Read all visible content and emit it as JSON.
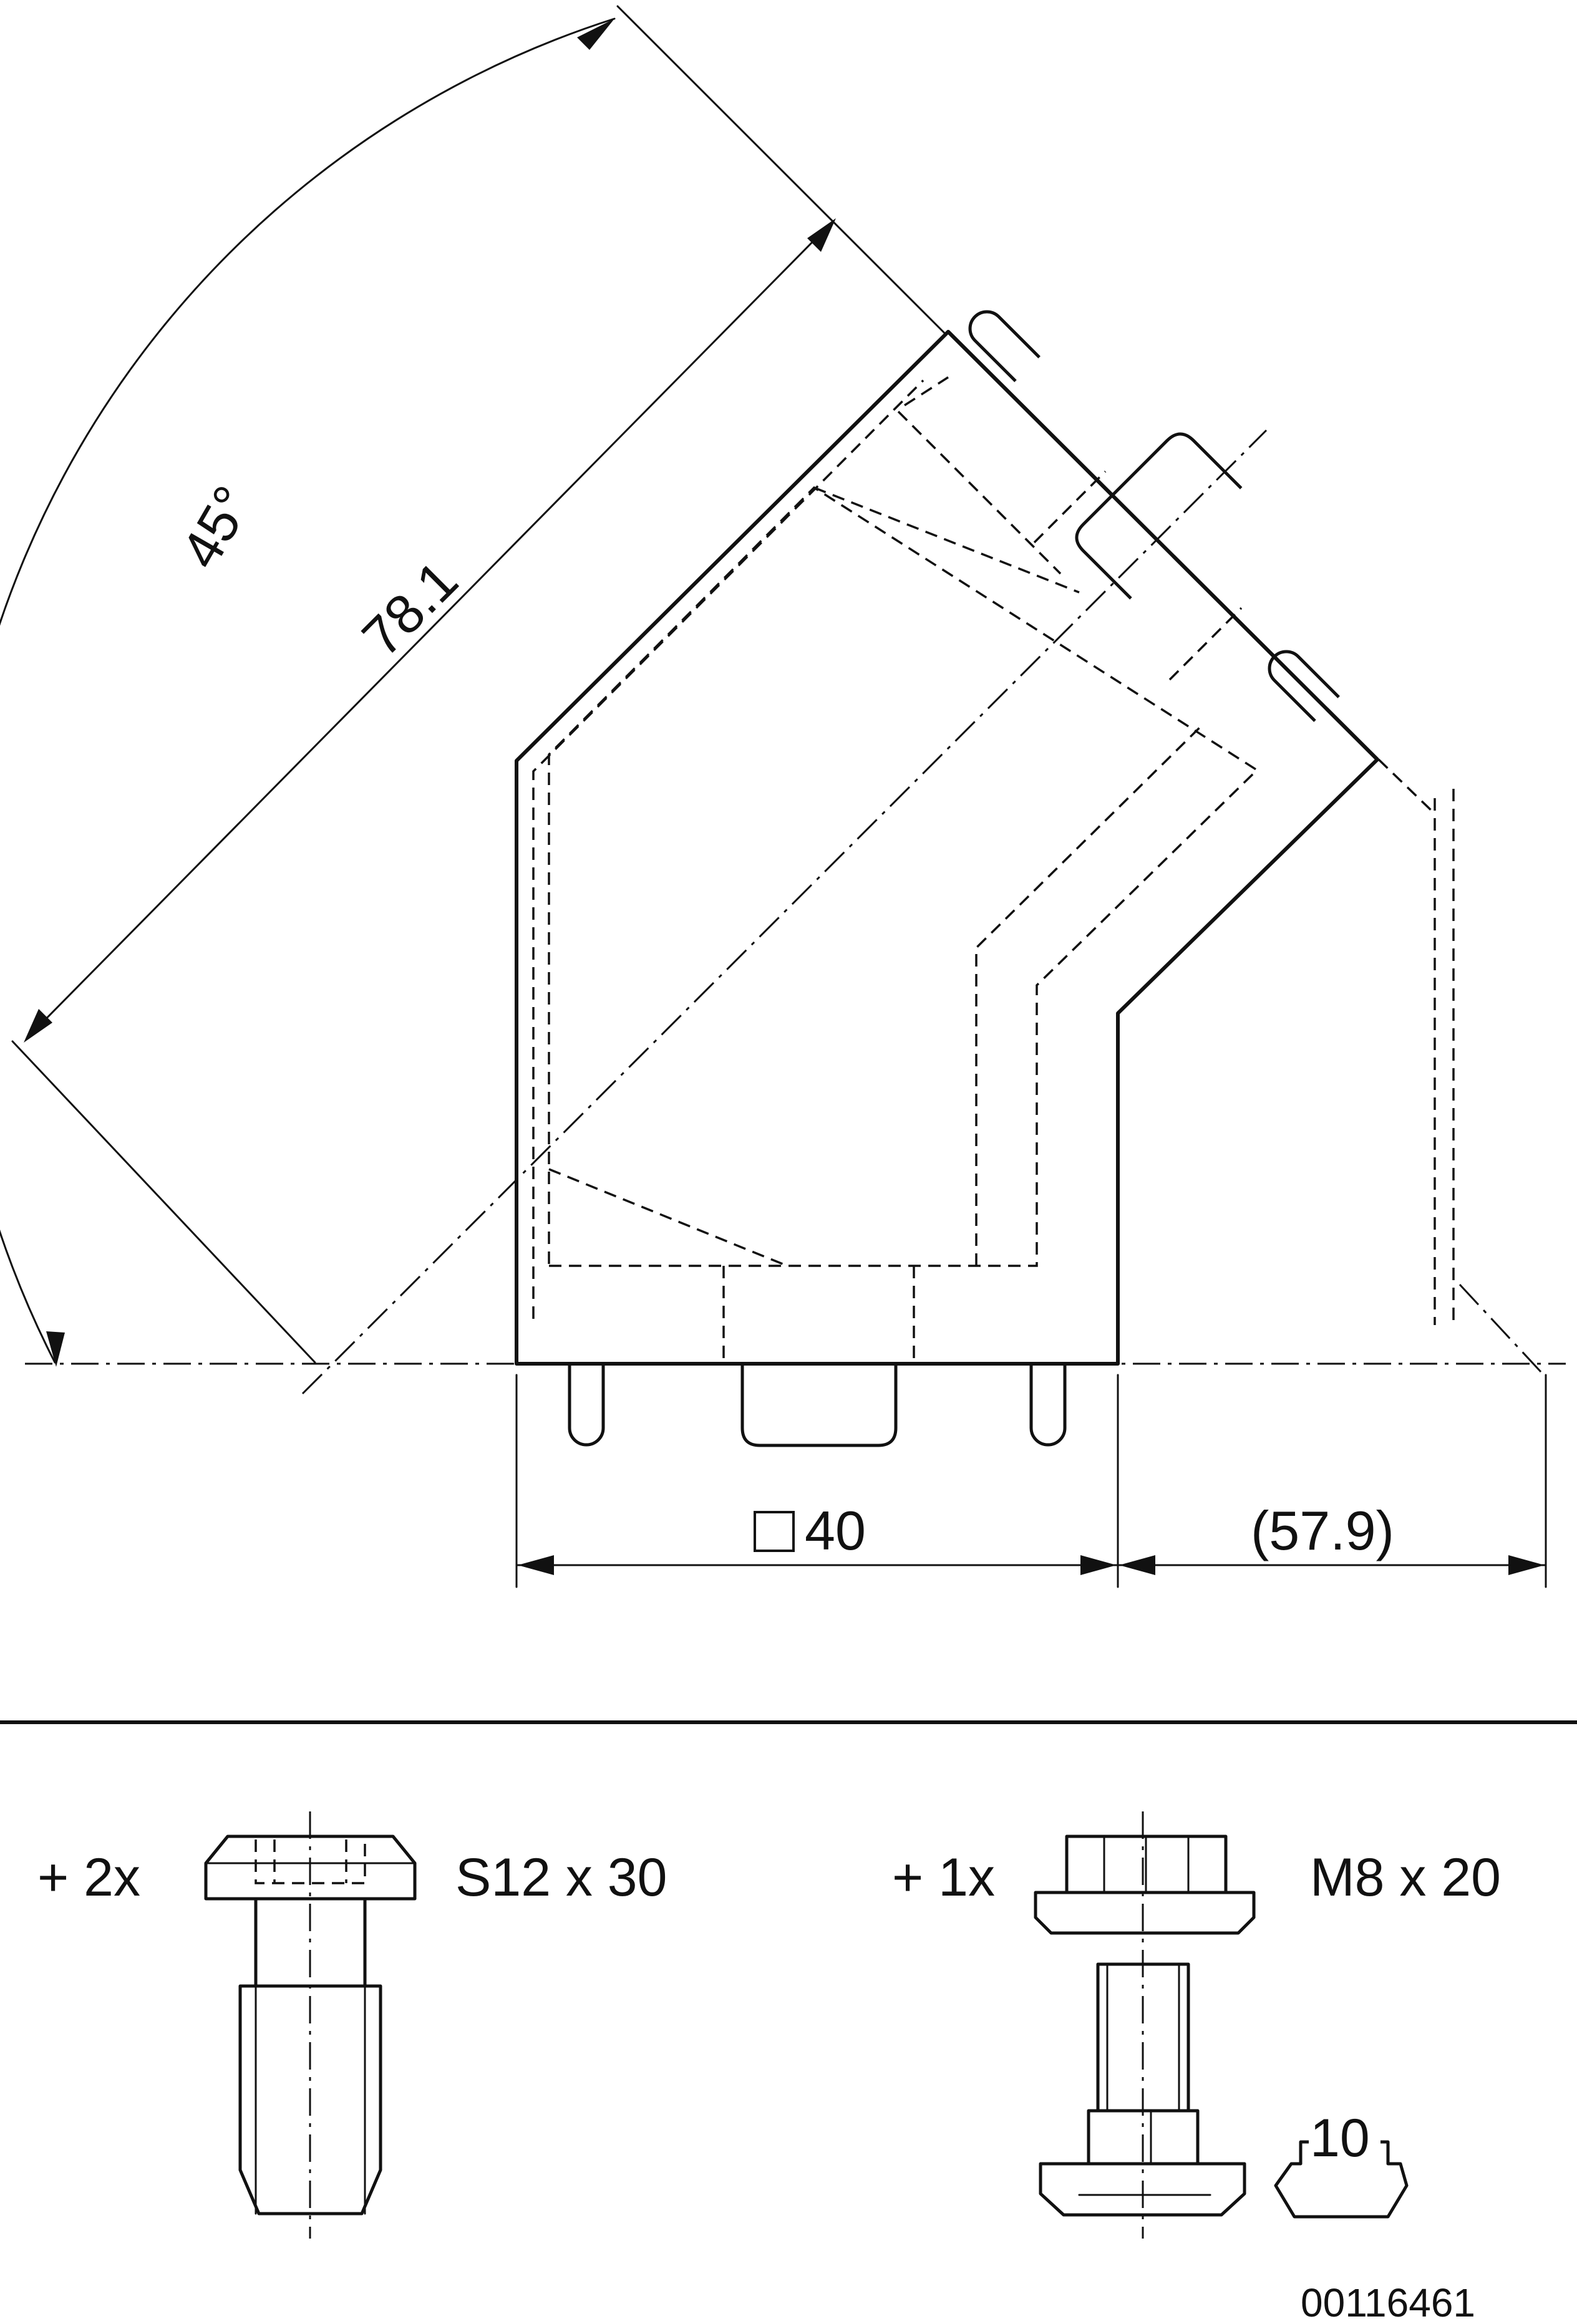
{
  "drawing": {
    "angle_label": "45°",
    "diagonal_length_label": "78.1",
    "width_label": "40",
    "width_symbol": "square",
    "reference_length_label": "(57.9)"
  },
  "accessories": {
    "item_left": {
      "quantity_label": "+ 2x",
      "spec_label": "S12 x 30"
    },
    "item_right": {
      "quantity_label": "+ 1x",
      "spec_label": "M8 x 20",
      "slot_label": "10"
    }
  },
  "footer": {
    "part_number": "00116461"
  }
}
